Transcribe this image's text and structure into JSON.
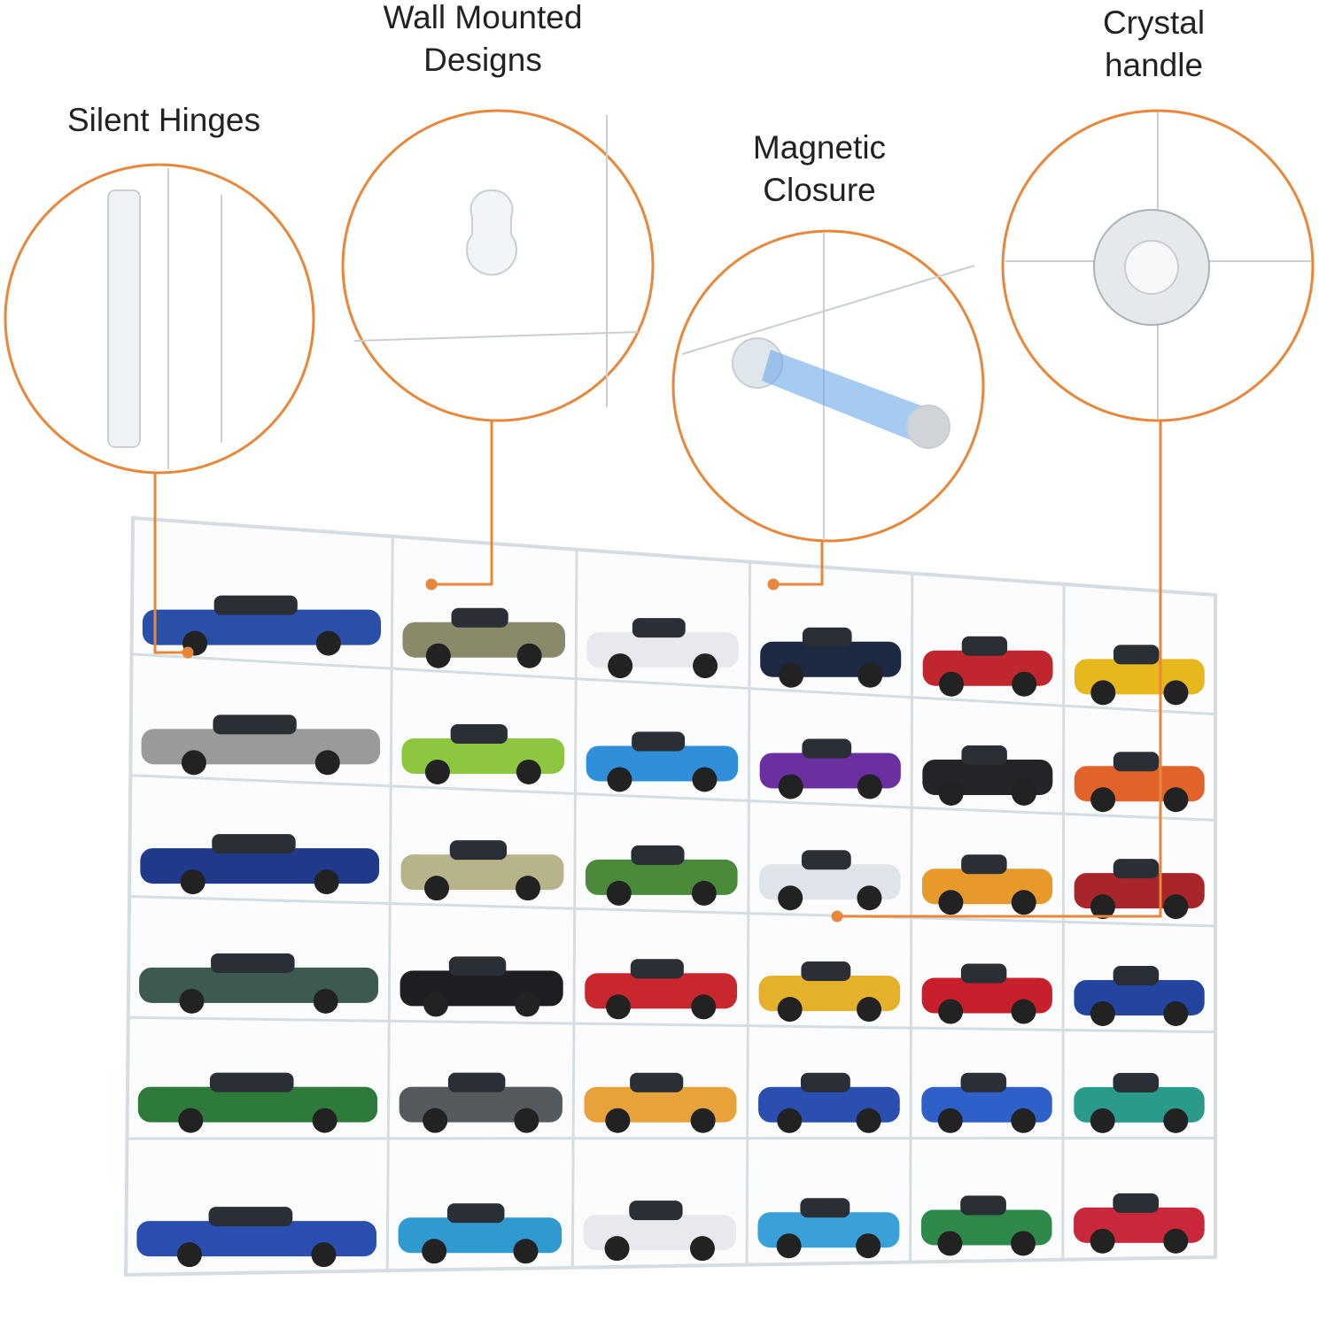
{
  "features": [
    {
      "id": "silent-hinges",
      "label": "Silent Hinges"
    },
    {
      "id": "wall-mounted",
      "label": "Wall Mounted Designs"
    },
    {
      "id": "magnetic-closure",
      "label": "Magnetic Closure"
    },
    {
      "id": "crystal-handle",
      "label": "Crystal handle"
    }
  ],
  "colors": {
    "accent": "#e8873a",
    "acrylic": "#d6dde2"
  },
  "car_colors": [
    [
      "#2a4fa8",
      "#8a8a6a",
      "#e8e8ee",
      "#1e2a44",
      "#c0272d",
      "#e6b81e"
    ],
    [
      "#9a9a9a",
      "#8dc63f",
      "#2f8fd8",
      "#6b2fa0",
      "#222428",
      "#e2632a"
    ],
    [
      "#1f3a8a",
      "#b8b48a",
      "#4a8a3a",
      "#dfe3ea",
      "#e79a2a",
      "#a8252a"
    ],
    [
      "#3d5a50",
      "#1e1e22",
      "#c8272d",
      "#e5b02a",
      "#c8202a",
      "#2345a0"
    ],
    [
      "#2d7a3a",
      "#555a5e",
      "#e8a23a",
      "#2a4fb0",
      "#2f5fc8",
      "#2a9a8a"
    ],
    [
      "#2a4fb0",
      "#2f9ad0",
      "#e8e8ee",
      "#3aa0d8",
      "#2d8a4a",
      "#c8283a"
    ]
  ]
}
